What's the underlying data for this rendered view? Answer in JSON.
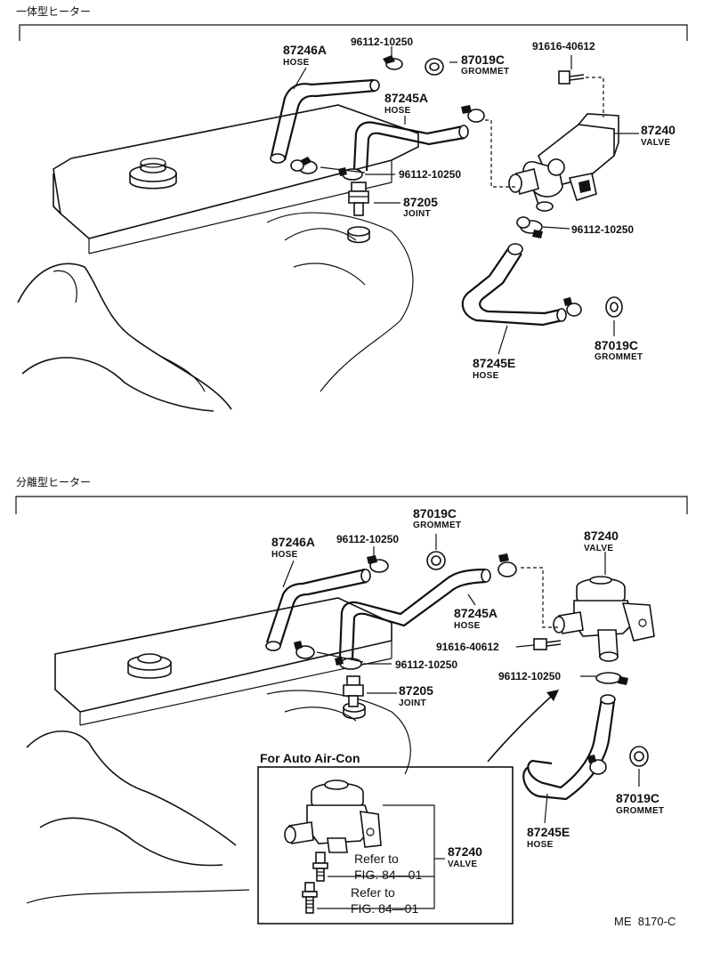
{
  "sections": {
    "top": {
      "title": "一体型ヒーター"
    },
    "bottom": {
      "title": "分離型ヒーター"
    }
  },
  "top_labels": {
    "hose_a": {
      "number": "87246A",
      "desc": "HOSE"
    },
    "clamp_1": {
      "number": "96112-10250"
    },
    "grommet_1": {
      "number": "87019C",
      "desc": "GROMMET"
    },
    "bolt": {
      "number": "91616-40612"
    },
    "hose_b": {
      "number": "87245A",
      "desc": "HOSE"
    },
    "valve": {
      "number": "87240",
      "desc": "VALVE"
    },
    "clamp_2": {
      "number": "96112-10250"
    },
    "joint": {
      "number": "87205",
      "desc": "JOINT"
    },
    "clamp_3": {
      "number": "96112-10250"
    },
    "grommet_2": {
      "number": "87019C",
      "desc": "GROMMET"
    },
    "hose_e": {
      "number": "87245E",
      "desc": "HOSE"
    }
  },
  "bottom_labels": {
    "grommet_1": {
      "number": "87019C",
      "desc": "GROMMET"
    },
    "valve": {
      "number": "87240",
      "desc": "VALVE"
    },
    "hose_a": {
      "number": "87246A",
      "desc": "HOSE"
    },
    "clamp_1": {
      "number": "96112-10250"
    },
    "hose_b": {
      "number": "87245A",
      "desc": "HOSE"
    },
    "bolt": {
      "number": "91616-40612"
    },
    "clamp_2": {
      "number": "96112-10250"
    },
    "joint": {
      "number": "87205",
      "desc": "JOINT"
    },
    "clamp_3": {
      "number": "96112-10250"
    },
    "hose_e": {
      "number": "87245E",
      "desc": "HOSE"
    },
    "grommet_2": {
      "number": "87019C",
      "desc": "GROMMET"
    }
  },
  "inset": {
    "title": "For Auto Air-Con",
    "valve": {
      "number": "87240",
      "desc": "VALVE"
    },
    "ref_1": {
      "line1": "Refer to",
      "line2": "FIG. 84—01"
    },
    "ref_2": {
      "line1": "Refer to",
      "line2": "FIG. 84—01"
    }
  },
  "footer": {
    "code": "ME  8170-C"
  }
}
